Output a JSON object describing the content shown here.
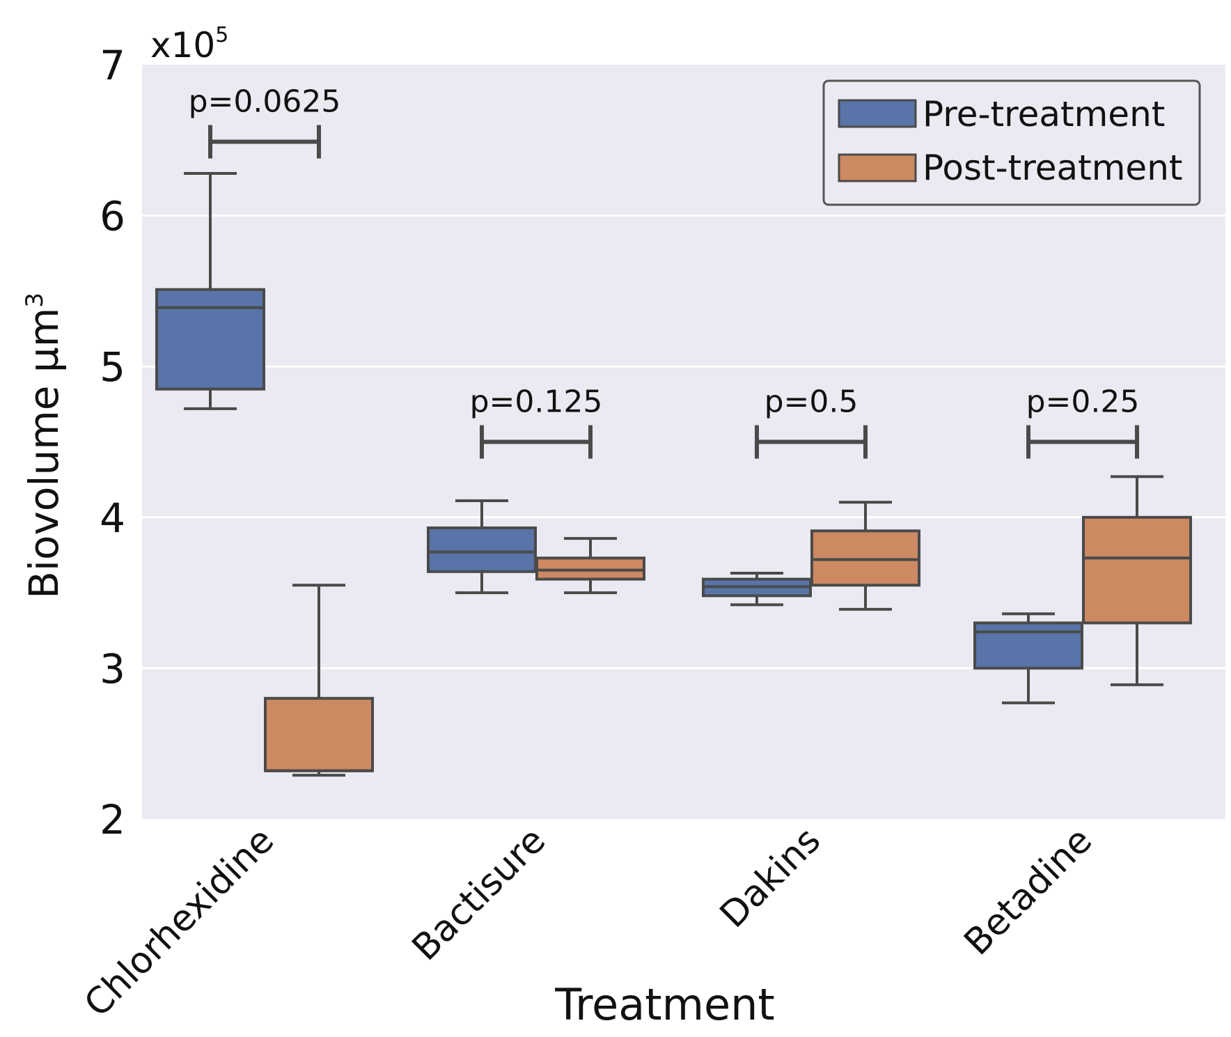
{
  "chart_data": {
    "type": "box",
    "xlabel": "Treatment",
    "ylabel": "Biovolume µm",
    "ylabel_superscript": "3",
    "y_scale_label": "x10",
    "y_scale_exponent": "5",
    "ylim": [
      2,
      7
    ],
    "yticks": [
      2,
      3,
      4,
      5,
      6,
      7
    ],
    "grid": true,
    "legend_position": "top-right",
    "categories": [
      "Chlorhexidine",
      "Bactisure",
      "Dakins",
      "Betadine"
    ],
    "series": [
      {
        "name": "Pre-treatment",
        "color": "#5874a8",
        "boxes": [
          {
            "whislo": 4.72,
            "q1": 4.85,
            "med": 5.39,
            "q3": 5.51,
            "whishi": 6.28
          },
          {
            "whislo": 3.5,
            "q1": 3.64,
            "med": 3.77,
            "q3": 3.93,
            "whishi": 4.11
          },
          {
            "whislo": 3.42,
            "q1": 3.48,
            "med": 3.54,
            "q3": 3.59,
            "whishi": 3.63
          },
          {
            "whislo": 2.77,
            "q1": 3.0,
            "med": 3.24,
            "q3": 3.3,
            "whishi": 3.36
          }
        ]
      },
      {
        "name": "Post-treatment",
        "color": "#cc8962",
        "boxes": [
          {
            "whislo": 2.29,
            "q1": 2.32,
            "med": 2.32,
            "q3": 2.8,
            "whishi": 3.55
          },
          {
            "whislo": 3.5,
            "q1": 3.59,
            "med": 3.65,
            "q3": 3.73,
            "whishi": 3.86
          },
          {
            "whislo": 3.39,
            "q1": 3.55,
            "med": 3.72,
            "q3": 3.91,
            "whishi": 4.1
          },
          {
            "whislo": 2.89,
            "q1": 3.3,
            "med": 3.73,
            "q3": 4.0,
            "whishi": 4.27
          }
        ]
      }
    ],
    "annotations": [
      {
        "category": "Chlorhexidine",
        "text": "p=0.0625",
        "y": 6.49
      },
      {
        "category": "Bactisure",
        "text": "p=0.125",
        "y": 4.5
      },
      {
        "category": "Dakins",
        "text": "p=0.5",
        "y": 4.5
      },
      {
        "category": "Betadine",
        "text": "p=0.25",
        "y": 4.5
      }
    ]
  }
}
